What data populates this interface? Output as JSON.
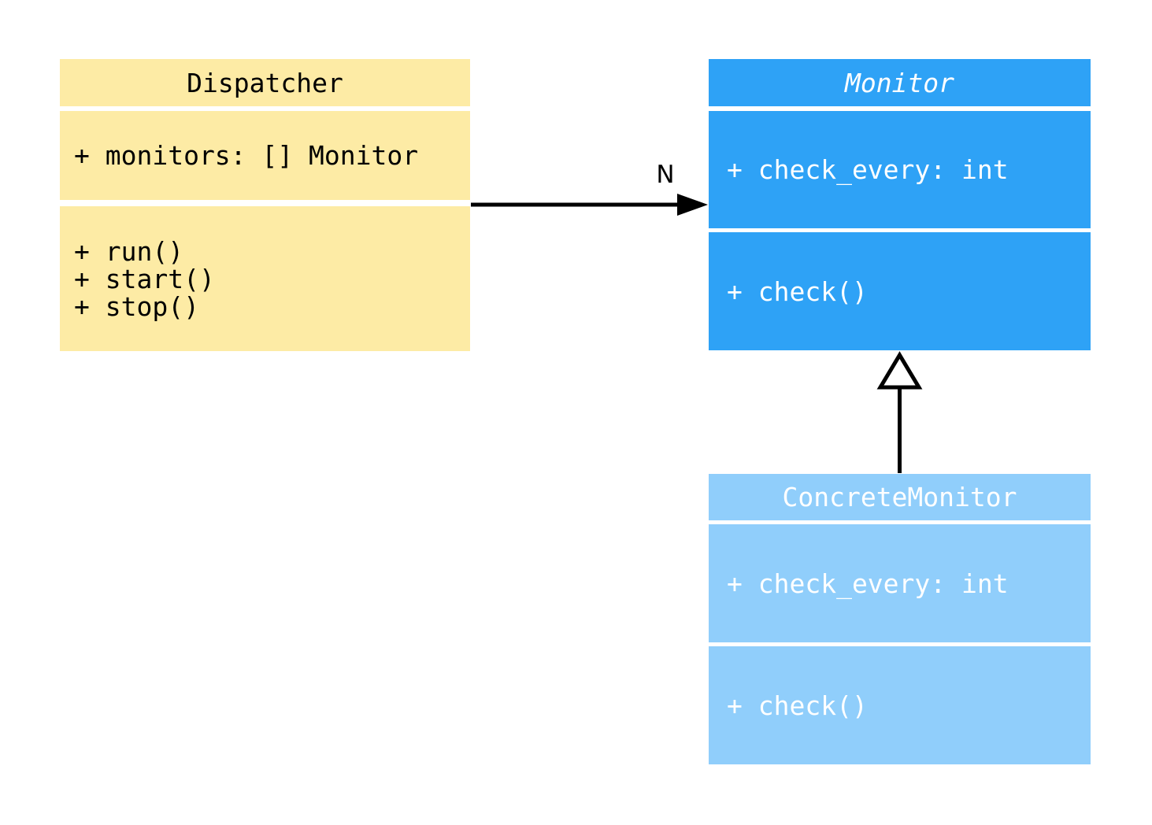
{
  "colors": {
    "background": "#ffffff",
    "dispatcher_fill": "#FDEBA5",
    "dispatcher_text": "#000000",
    "monitor_fill": "#2EA2F6",
    "monitor_text": "#ffffff",
    "concrete_monitor_fill": "#90CEFB",
    "concrete_monitor_text": "#ffffff",
    "connector_color": "#000000",
    "label_color": "#000000"
  },
  "classes": {
    "dispatcher": {
      "name": "Dispatcher",
      "attributes": [
        "+ monitors: [] Monitor"
      ],
      "methods": [
        "+ run()",
        "+ start()",
        "+ stop()"
      ]
    },
    "monitor": {
      "name": "Monitor",
      "attributes": [
        "+ check_every: int"
      ],
      "methods": [
        "+ check()"
      ]
    },
    "concrete_monitor": {
      "name": "ConcreteMonitor",
      "attributes": [
        "+ check_every: int"
      ],
      "methods": [
        "+ check()"
      ]
    }
  },
  "relationships": {
    "association": {
      "from": "Dispatcher",
      "to": "Monitor",
      "label": "N"
    },
    "generalization": {
      "from": "ConcreteMonitor",
      "to": "Monitor"
    }
  }
}
